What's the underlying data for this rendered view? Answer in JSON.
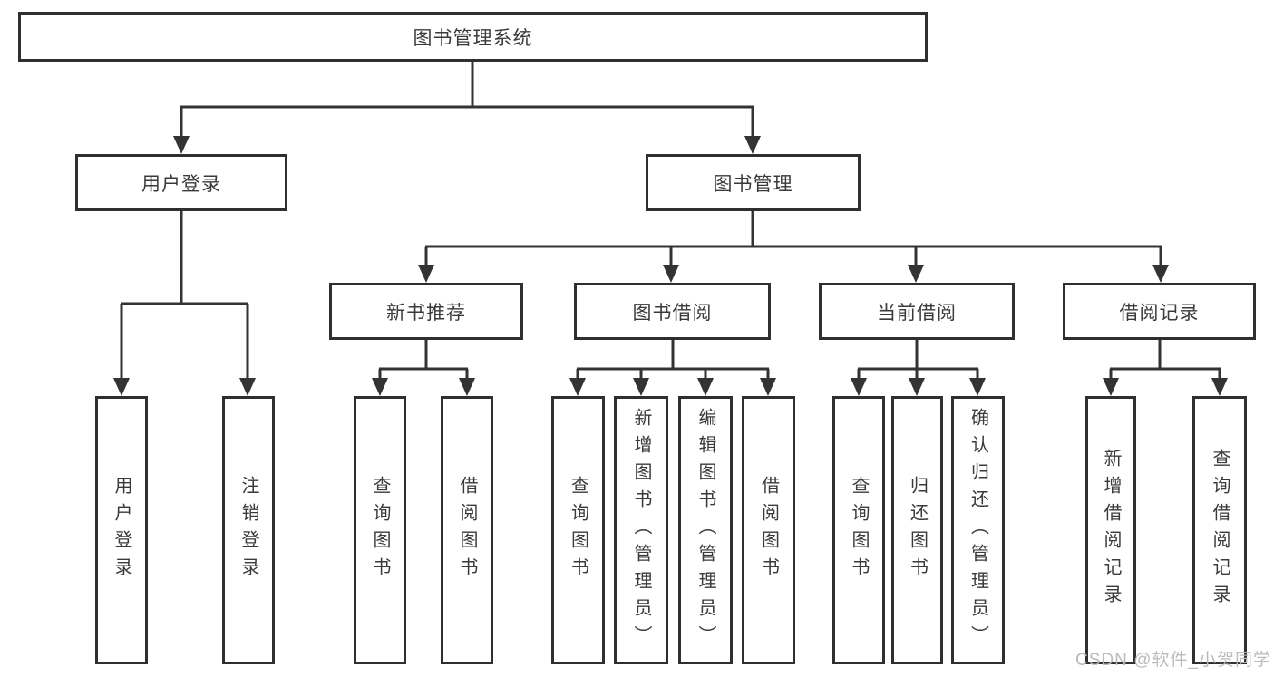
{
  "diagram": {
    "root": {
      "label": "图书管理系统"
    },
    "branches": [
      {
        "label": "用户登录",
        "children": [
          {
            "label": "用户登录"
          },
          {
            "label": "注销登录"
          }
        ]
      },
      {
        "label": "图书管理",
        "children": [
          {
            "label": "新书推荐",
            "children": [
              {
                "label": "查询图书"
              },
              {
                "label": "借阅图书"
              }
            ]
          },
          {
            "label": "图书借阅",
            "children": [
              {
                "label": "查询图书"
              },
              {
                "label": "新增图书（管理员）"
              },
              {
                "label": "编辑图书（管理员）"
              },
              {
                "label": "借阅图书"
              }
            ]
          },
          {
            "label": "当前借阅",
            "children": [
              {
                "label": "查询图书"
              },
              {
                "label": "归还图书"
              },
              {
                "label": "确认归还（管理员）"
              }
            ]
          },
          {
            "label": "借阅记录",
            "children": [
              {
                "label": "新增借阅记录"
              },
              {
                "label": "查询借阅记录"
              }
            ]
          }
        ]
      }
    ],
    "watermark": {
      "text": "CSDN @软件_小贺同学"
    },
    "colors": {
      "line": "#333333",
      "border": "#2f2f2f",
      "text": "#3a3a3a",
      "watermark": "#b7b7b7",
      "background": "#ffffff"
    }
  }
}
